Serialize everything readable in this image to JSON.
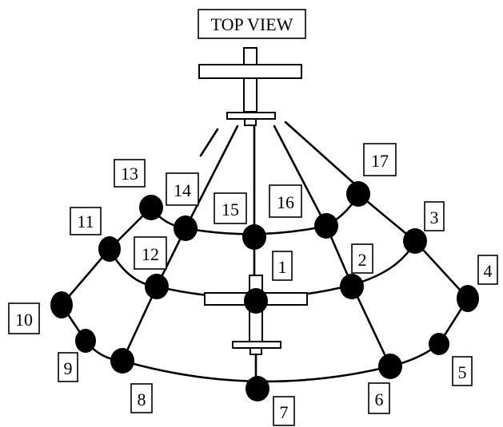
{
  "title": "TOP VIEW",
  "node_labels": [
    "1",
    "2",
    "3",
    "4",
    "5",
    "6",
    "7",
    "8",
    "9",
    "10",
    "11",
    "12",
    "13",
    "14",
    "15",
    "16",
    "17"
  ]
}
